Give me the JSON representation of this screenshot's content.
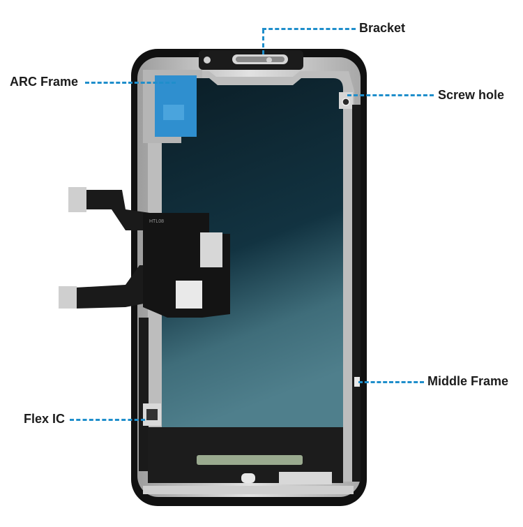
{
  "labels": {
    "bracket": "Bracket",
    "arc_frame": "ARC Frame",
    "screw_hole": "Screw hole",
    "middle_frame": "Middle Frame",
    "flex_ic": "Flex IC"
  },
  "colors": {
    "leader": "#1f8ecb",
    "frame": "#111111",
    "panel": "#0f2a33",
    "panel_highlight": "#4f7f8c",
    "arc_film": "#2f8fcf",
    "metal": "#c9c9c9",
    "flex_cable": "#1a1a1a"
  },
  "component_markings": {
    "flex_cable_print": "HTL08"
  }
}
